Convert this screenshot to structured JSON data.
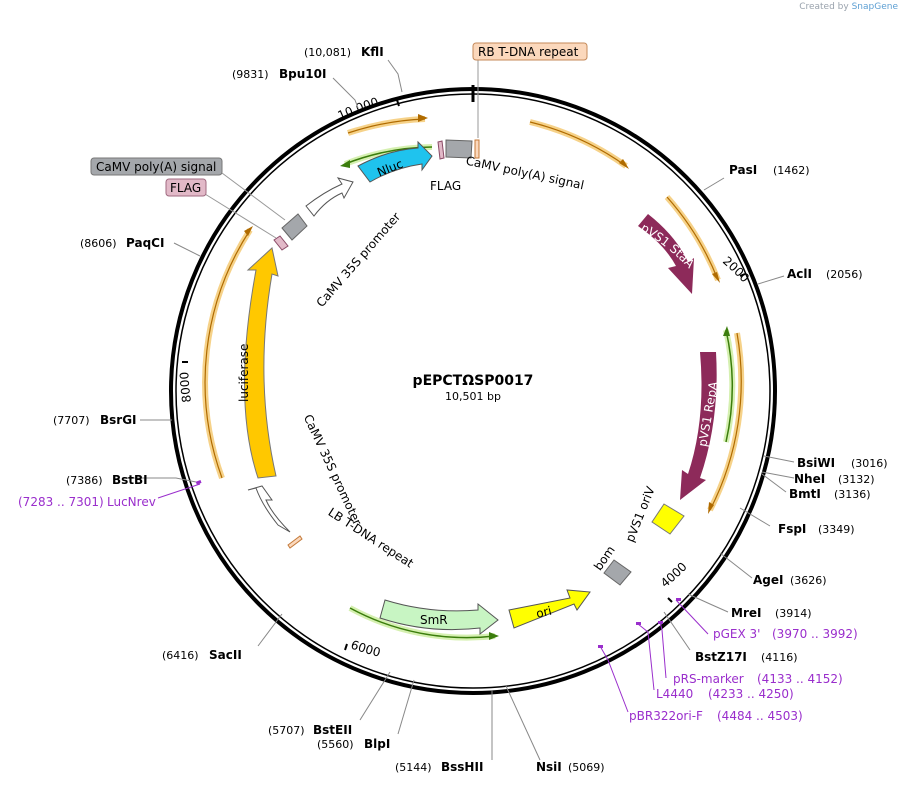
{
  "credit": {
    "created_by": "Created by",
    "brand": "SnapGene"
  },
  "plasmid": {
    "name": "pEPCTΩSP0017",
    "length_label": "10,501 bp",
    "length": 10501
  },
  "ticks": [
    {
      "label": "2000",
      "pos": 2000
    },
    {
      "label": "4000",
      "pos": 4000
    },
    {
      "label": "6000",
      "pos": 6000
    },
    {
      "label": "8000",
      "pos": 8000
    },
    {
      "label": "10,000",
      "pos": 10000
    }
  ],
  "enzymes": [
    {
      "name": "KflI",
      "pos_label": "(10,081)",
      "pos": 10081
    },
    {
      "name": "Bpu10I",
      "pos_label": "(9831)",
      "pos": 9831
    },
    {
      "name": "PasI",
      "pos_label": "(1462)",
      "pos": 1462
    },
    {
      "name": "AclI",
      "pos_label": "(2056)",
      "pos": 2056
    },
    {
      "name": "PaqCI",
      "pos_label": "(8606)",
      "pos": 8606
    },
    {
      "name": "BsrGI",
      "pos_label": "(7707)",
      "pos": 7707
    },
    {
      "name": "BstBI",
      "pos_label": "(7386)",
      "pos": 7386
    },
    {
      "name": "BsiWI",
      "pos_label": "(3016)",
      "pos": 3016
    },
    {
      "name": "NheI",
      "pos_label": "(3132)",
      "pos": 3132
    },
    {
      "name": "BmtI",
      "pos_label": "(3136)",
      "pos": 3136
    },
    {
      "name": "FspI",
      "pos_label": "(3349)",
      "pos": 3349
    },
    {
      "name": "AgeI",
      "pos_label": "(3626)",
      "pos": 3626
    },
    {
      "name": "MreI",
      "pos_label": "(3914)",
      "pos": 3914
    },
    {
      "name": "BstZ17I",
      "pos_label": "(4116)",
      "pos": 4116
    },
    {
      "name": "SacII",
      "pos_label": "(6416)",
      "pos": 6416
    },
    {
      "name": "BstEII",
      "pos_label": "(5707)",
      "pos": 5707
    },
    {
      "name": "BlpI",
      "pos_label": "(5560)",
      "pos": 5560
    },
    {
      "name": "BssHII",
      "pos_label": "(5144)",
      "pos": 5144
    },
    {
      "name": "NsiI",
      "pos_label": "(5069)",
      "pos": 5069
    }
  ],
  "primers": [
    {
      "name": "LucNrev",
      "range": "(7283 .. 7301)"
    },
    {
      "name": "pGEX 3'",
      "range": "(3970 .. 3992)"
    },
    {
      "name": "pRS-marker",
      "range": "(4133 .. 4152)"
    },
    {
      "name": "L4440",
      "range": "(4233 .. 4250)"
    },
    {
      "name": "pBR322ori-F",
      "range": "(4484 .. 4503)"
    }
  ],
  "features": {
    "pvs1_stab": "pVS1 StaA",
    "pvs1_repa": "pVS1 RepA",
    "pvs1_oriv": "pVS1 oriV",
    "bom": "bom",
    "ori": "ori",
    "smr": "SmR",
    "lb": "LB T-DNA repeat",
    "camv35s_lower": "CaMV 35S promoter",
    "luciferase": "luciferase",
    "camv35s_upper": "CaMV 35S promoter",
    "nluc": "Nluc",
    "flag": "FLAG",
    "camv_polya": "CaMV poly(A) signal",
    "rb_box": "RB T-DNA repeat",
    "flag_box": "FLAG",
    "camv_polya_box": "CaMV poly(A) signal"
  },
  "colors": {
    "backbone": "#000000",
    "orf_orange": "#f6d289",
    "orf_orange_line": "#b06b00",
    "green_line": "#3b7d0c",
    "green_glow": "#d5f0b0",
    "pvs1": "#8d2a5a",
    "luciferase": "#ffc800",
    "nluc": "#1fc3ee",
    "smr": "#c8f5c3",
    "ori_yellow": "#ffff00",
    "grey_box": "#a4a7ab",
    "flag_pink": "#e2b9c8",
    "rb_peach": "#fbd8bc",
    "primer_purple": "#9a2ecc"
  }
}
